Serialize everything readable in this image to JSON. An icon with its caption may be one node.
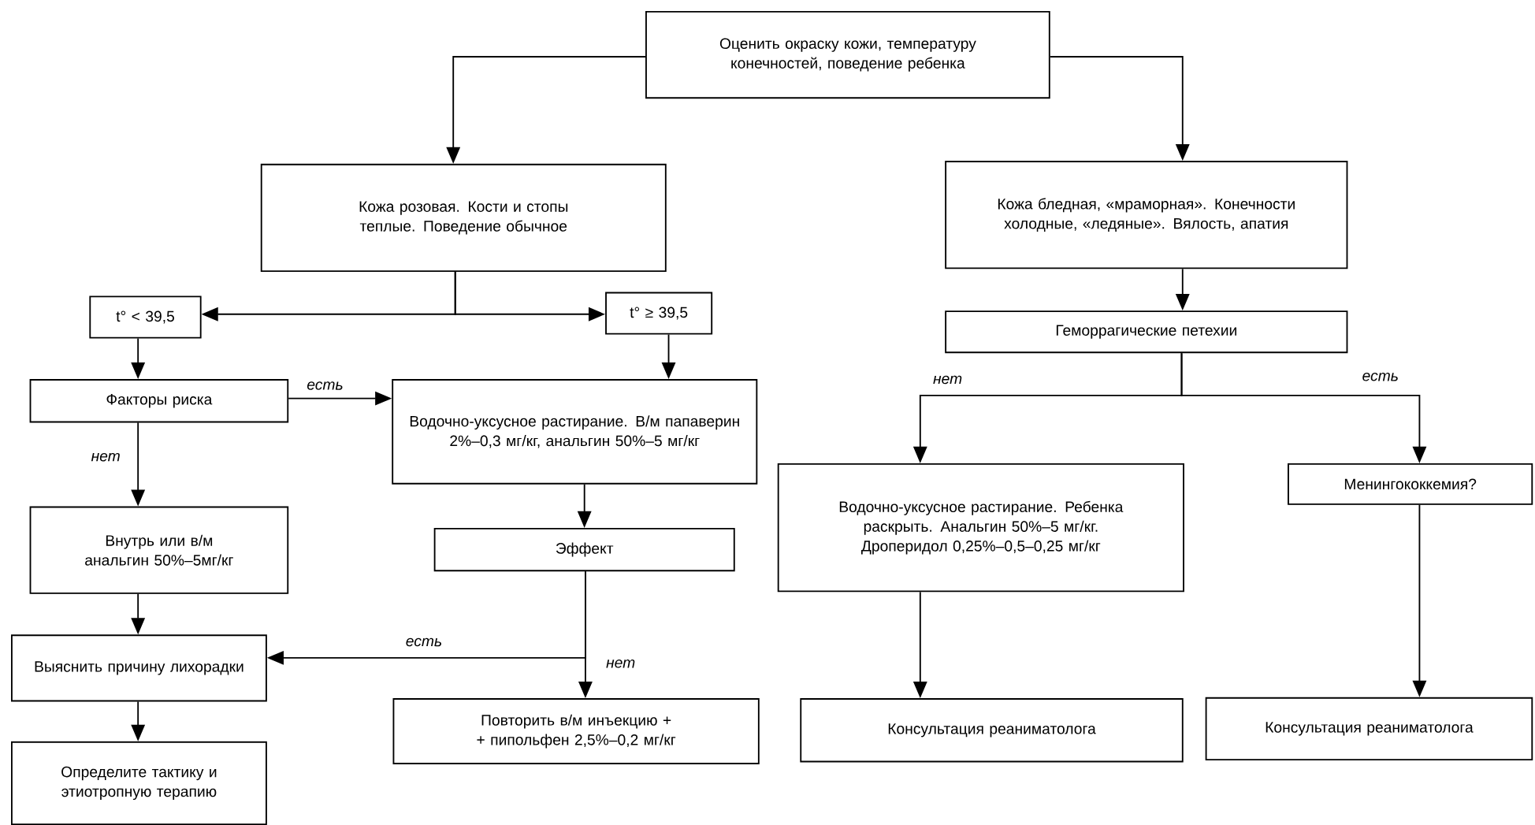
{
  "diagram": {
    "nodes": [
      {
        "text": [
          "Оценить окраску кожи, температуру конечностей, поведение ребенка"
        ]
      },
      {
        "text": [
          "Кожа розовая. Кости и стопы теплые. Поведение обычное"
        ]
      },
      {
        "text": [
          "Кожа бледная, «мраморная». Конечности холодные, «ледяные». Вялость, апатия"
        ]
      },
      {
        "text": [
          "t° < 39,5"
        ]
      },
      {
        "text": [
          "t° ≥ 39,5"
        ]
      },
      {
        "text": [
          "Геморрагические петехии"
        ]
      },
      {
        "text": [
          "Факторы риска"
        ]
      },
      {
        "text": [
          "Водочно-уксусное растирание. В/м папаверин 2%–0,3 мг/кг, анальгин 50%–5 мг/кг"
        ]
      },
      {
        "text": [
          "Внутрь или в/м анальгин 50%–5мг/кг"
        ]
      },
      {
        "text": [
          "Эффект"
        ]
      },
      {
        "text": [
          "Водочно-уксусное растирание. Ребенка раскрыть. Анальгин 50%–5 мг/кг. Дроперидол 0,25%–0,5–0,25 мг/кг"
        ]
      },
      {
        "text": [
          "Менингококкемия?"
        ]
      },
      {
        "text": [
          "Выяснить причину лихорадки"
        ]
      },
      {
        "text": [
          "Повторить в/м инъекцию + + пипольфен 2,5%–0,2 мг/кг"
        ]
      },
      {
        "text": [
          "Консультация реаниматолога"
        ]
      },
      {
        "text": [
          "Консультация реаниматолога"
        ]
      },
      {
        "text": [
          "Определите тактику и этиотропную терапию"
        ]
      }
    ],
    "edges": [
      {
        "from": 0,
        "to": 1,
        "arrow": "to"
      },
      {
        "from": 0,
        "to": 2,
        "arrow": "to"
      },
      {
        "from": 1,
        "to": 3,
        "arrow": "to"
      },
      {
        "from": 1,
        "to": 4,
        "arrow": "to"
      },
      {
        "from": 3,
        "to": 6,
        "arrow": "to"
      },
      {
        "from": 4,
        "to": 7,
        "arrow": "to"
      },
      {
        "from": 6,
        "to": 7,
        "arrow": "to",
        "label": "есть"
      },
      {
        "from": 6,
        "to": 8,
        "arrow": "to",
        "label": "нет"
      },
      {
        "from": 8,
        "to": 12,
        "arrow": "to"
      },
      {
        "from": 12,
        "to": 16,
        "arrow": "to"
      },
      {
        "from": 7,
        "to": 9,
        "arrow": "to"
      },
      {
        "from": 9,
        "to": 12,
        "arrow": "to",
        "label": "есть"
      },
      {
        "from": 9,
        "to": 13,
        "arrow": "to",
        "label": "нет"
      },
      {
        "from": 2,
        "to": 5,
        "arrow": "to"
      },
      {
        "from": 5,
        "to": 10,
        "arrow": "to",
        "label": "нет"
      },
      {
        "from": 5,
        "to": 11,
        "arrow": "to",
        "label": "есть"
      },
      {
        "from": 10,
        "to": 14,
        "arrow": "to"
      },
      {
        "from": 11,
        "to": 15,
        "arrow": "to"
      }
    ]
  }
}
